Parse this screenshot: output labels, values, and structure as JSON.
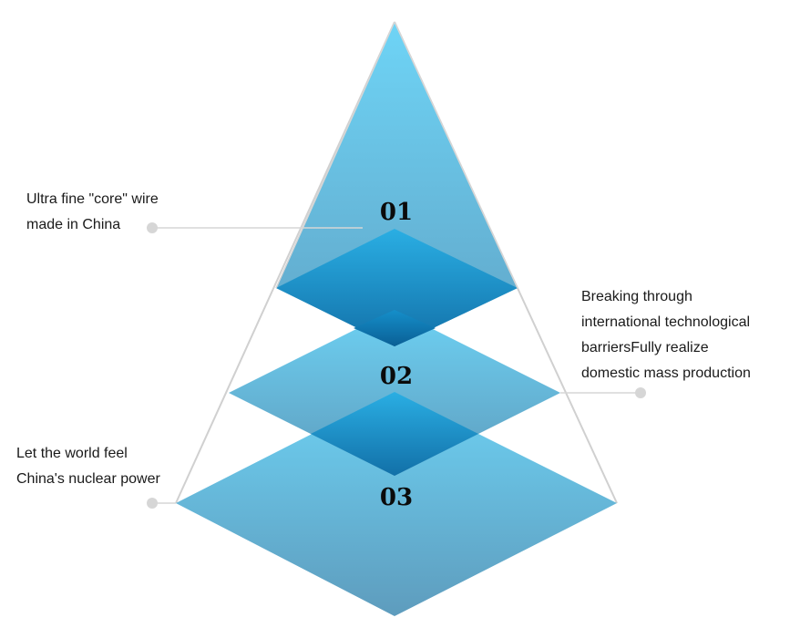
{
  "layers": [
    {
      "number": "01",
      "caption_lines": [
        "Ultra fine \"core\" wire",
        "made in China"
      ]
    },
    {
      "number": "02",
      "caption_lines": [
        "Breaking through",
        "international technological",
        "barriersFully realize",
        "domestic mass production"
      ]
    },
    {
      "number": "03",
      "caption_lines": [
        "Let the world feel",
        "China's nuclear power"
      ]
    }
  ],
  "colors": {
    "layer_top": "#6dd1f3",
    "layer_bottom": "#5e9cbd",
    "overlap_top": "#2aaee3",
    "overlap_bottom": "#1270a8",
    "outline": "#d0d0d0",
    "connector_dot": "#d6d6d6"
  }
}
